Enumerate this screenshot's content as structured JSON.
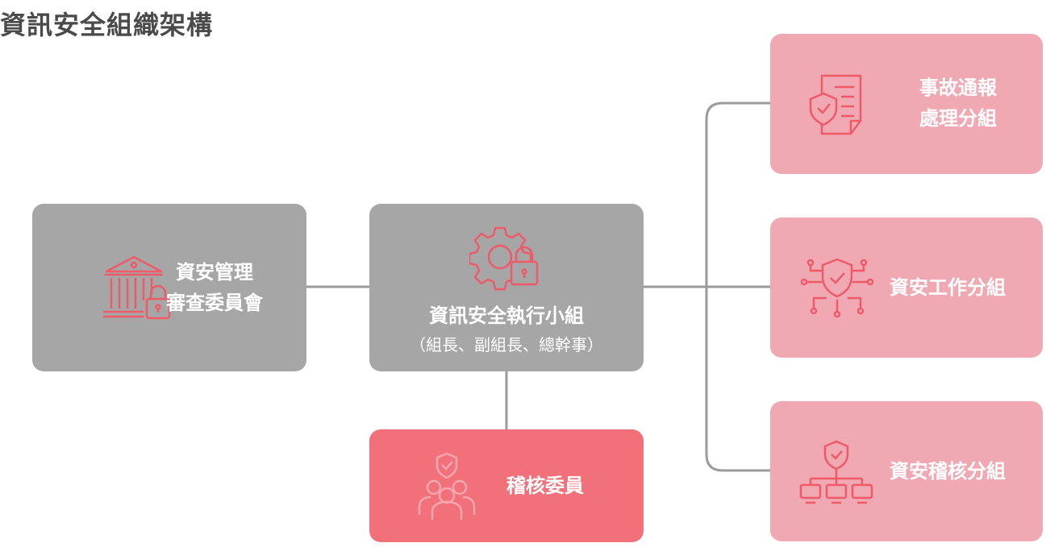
{
  "title": "資訊安全組織架構",
  "colors": {
    "gray_box": "#a6a6a6",
    "pink_box": "#f0a8b3",
    "red_box": "#f2707a",
    "icon_red": "#ee5a68",
    "connector": "#9b9b9b"
  },
  "nodes": {
    "review_committee": {
      "line1": "資安管理",
      "line2": "審查委員會",
      "icon": "bank-lock-icon"
    },
    "execution_team": {
      "line1": "資訊安全執行小組",
      "line2": "（組長、副組長、總幹事）",
      "icon": "gear-lock-icon"
    },
    "audit_members": {
      "label": "稽核委員",
      "icon": "people-shield-icon"
    },
    "incident_team": {
      "line1": "事故通報",
      "line2": "處理分組",
      "icon": "document-shield-icon"
    },
    "security_team": {
      "label": "資安工作分組",
      "icon": "shield-circuit-icon"
    },
    "audit_team": {
      "label": "資安稽核分組",
      "icon": "shield-network-icon"
    }
  }
}
